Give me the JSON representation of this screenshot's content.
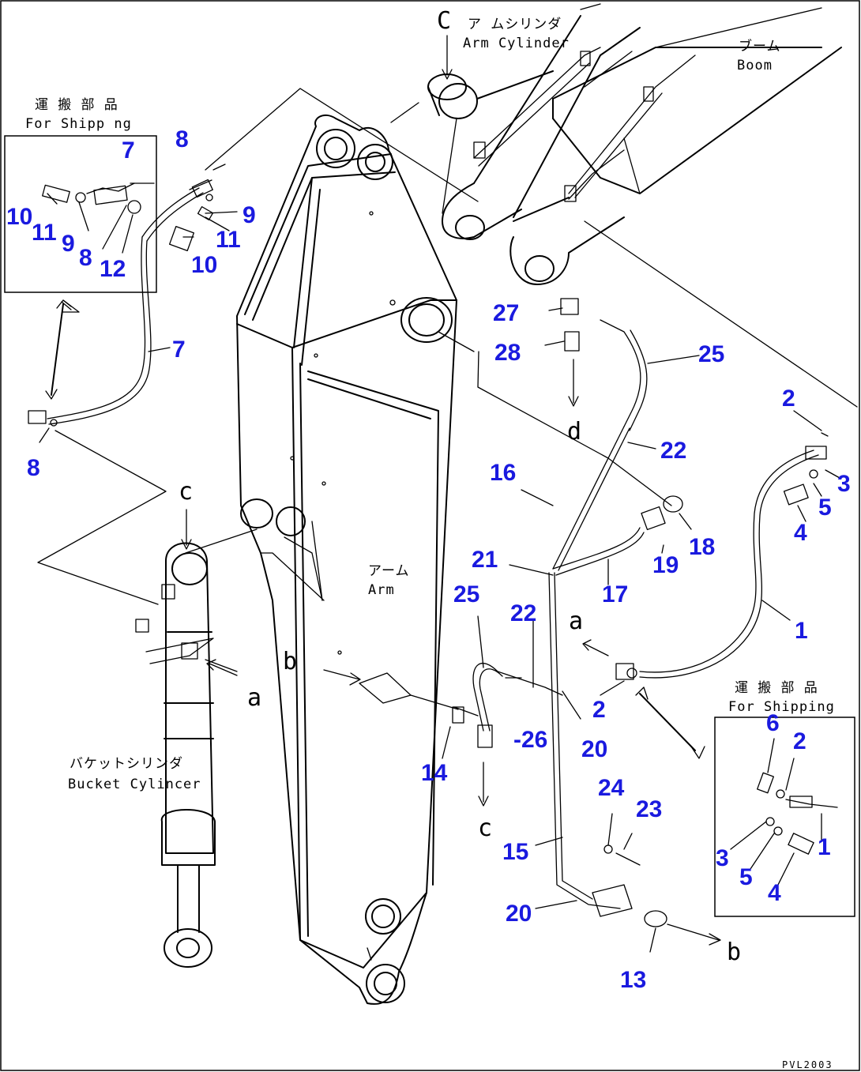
{
  "labels": {
    "arm_cyl_jp": "ア ムシリンダ",
    "arm_cyl_en": "Arm Cylinder",
    "boom_jp": "ブーム",
    "boom_en": "Boom",
    "arm_jp": "アーム",
    "arm_en": "Arm",
    "bucket_cyl_jp": "バケットシリンダ",
    "bucket_cyl_en": "Bucket Cylincer",
    "shipping_left_jp": "運 搬 部 品",
    "shipping_left_en": "For Shipp ng",
    "shipping_right_jp": "運 搬 部 品",
    "shipping_right_en": "For Shipping",
    "drawing_code": "PVL2003"
  },
  "ref_letters": {
    "top_c": "C",
    "left_c": "c",
    "a_cyl": "a",
    "a_line": "a",
    "b_arm": "b",
    "b_bottom": "b",
    "c_bottom": "c",
    "d": "d"
  },
  "part_numbers": {
    "n1": "1",
    "n1b": "1",
    "n2": "2",
    "n2b": "2",
    "n2c": "2",
    "n3": "3",
    "n3b": "3",
    "n4": "4",
    "n4b": "4",
    "n5": "5",
    "n5b": "5",
    "n6": "6",
    "n7": "7",
    "n7b": "7",
    "n8": "8",
    "n8b": "8",
    "n8c": "8",
    "n9": "9",
    "n9b": "9",
    "n10": "10",
    "n10b": "10",
    "n11": "11",
    "n11b": "11",
    "n12": "12",
    "n13": "13",
    "n14": "14",
    "n15": "15",
    "n16": "16",
    "n17": "17",
    "n18": "18",
    "n19": "19",
    "n20": "20",
    "n20b": "20",
    "n21": "21",
    "n22": "22",
    "n22b": "22",
    "n23": "23",
    "n24": "24",
    "n25": "25",
    "n25b": "25",
    "n26": "-26",
    "n27": "27",
    "n28": "28"
  }
}
